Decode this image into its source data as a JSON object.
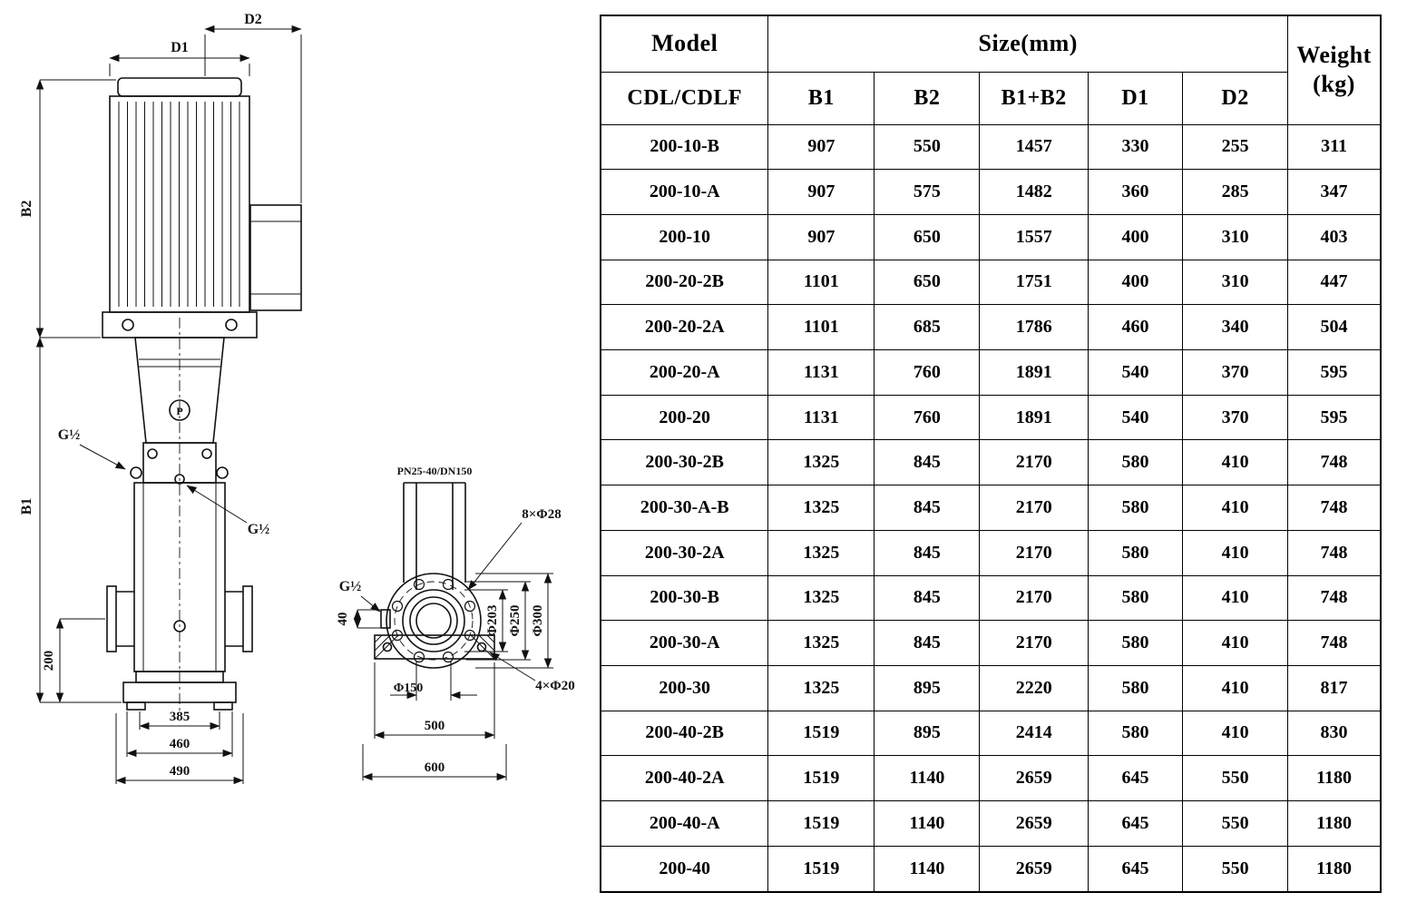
{
  "diagram": {
    "front": {
      "d2": "D2",
      "d1": "D1",
      "b2": "B2",
      "b1": "B1",
      "g1": "G½",
      "g2": "G½",
      "logo": "P",
      "dim200": "200",
      "dim385": "385",
      "dim460": "460",
      "dim490": "490"
    },
    "plan": {
      "pn": "PN25-40/DN150",
      "bolts8": "8×Φ28",
      "g": "G½",
      "dim40": "40",
      "phi203": "Φ203",
      "phi250": "Φ250",
      "phi300": "Φ300",
      "phi150": "Φ150",
      "bolts4": "4×Φ20",
      "dim500": "500",
      "dim600": "600"
    }
  },
  "table": {
    "header": {
      "model": "Model",
      "size": "Size(mm)",
      "model_sub": "CDL/CDLF",
      "b1": "B1",
      "b2": "B2",
      "b1b2": "B1+B2",
      "d1": "D1",
      "d2": "D2",
      "weight_line1": "Weight",
      "weight_line2": "(kg)"
    },
    "rows": [
      {
        "model": "200-10-B",
        "b1": "907",
        "b2": "550",
        "b1b2": "1457",
        "d1": "330",
        "d2": "255",
        "weight": "311"
      },
      {
        "model": "200-10-A",
        "b1": "907",
        "b2": "575",
        "b1b2": "1482",
        "d1": "360",
        "d2": "285",
        "weight": "347"
      },
      {
        "model": "200-10",
        "b1": "907",
        "b2": "650",
        "b1b2": "1557",
        "d1": "400",
        "d2": "310",
        "weight": "403"
      },
      {
        "model": "200-20-2B",
        "b1": "1101",
        "b2": "650",
        "b1b2": "1751",
        "d1": "400",
        "d2": "310",
        "weight": "447"
      },
      {
        "model": "200-20-2A",
        "b1": "1101",
        "b2": "685",
        "b1b2": "1786",
        "d1": "460",
        "d2": "340",
        "weight": "504"
      },
      {
        "model": "200-20-A",
        "b1": "1131",
        "b2": "760",
        "b1b2": "1891",
        "d1": "540",
        "d2": "370",
        "weight": "595"
      },
      {
        "model": "200-20",
        "b1": "1131",
        "b2": "760",
        "b1b2": "1891",
        "d1": "540",
        "d2": "370",
        "weight": "595"
      },
      {
        "model": "200-30-2B",
        "b1": "1325",
        "b2": "845",
        "b1b2": "2170",
        "d1": "580",
        "d2": "410",
        "weight": "748"
      },
      {
        "model": "200-30-A-B",
        "b1": "1325",
        "b2": "845",
        "b1b2": "2170",
        "d1": "580",
        "d2": "410",
        "weight": "748"
      },
      {
        "model": "200-30-2A",
        "b1": "1325",
        "b2": "845",
        "b1b2": "2170",
        "d1": "580",
        "d2": "410",
        "weight": "748"
      },
      {
        "model": "200-30-B",
        "b1": "1325",
        "b2": "845",
        "b1b2": "2170",
        "d1": "580",
        "d2": "410",
        "weight": "748"
      },
      {
        "model": "200-30-A",
        "b1": "1325",
        "b2": "845",
        "b1b2": "2170",
        "d1": "580",
        "d2": "410",
        "weight": "748"
      },
      {
        "model": "200-30",
        "b1": "1325",
        "b2": "895",
        "b1b2": "2220",
        "d1": "580",
        "d2": "410",
        "weight": "817"
      },
      {
        "model": "200-40-2B",
        "b1": "1519",
        "b2": "895",
        "b1b2": "2414",
        "d1": "580",
        "d2": "410",
        "weight": "830"
      },
      {
        "model": "200-40-2A",
        "b1": "1519",
        "b2": "1140",
        "b1b2": "2659",
        "d1": "645",
        "d2": "550",
        "weight": "1180"
      },
      {
        "model": "200-40-A",
        "b1": "1519",
        "b2": "1140",
        "b1b2": "2659",
        "d1": "645",
        "d2": "550",
        "weight": "1180"
      },
      {
        "model": "200-40",
        "b1": "1519",
        "b2": "1140",
        "b1b2": "2659",
        "d1": "645",
        "d2": "550",
        "weight": "1180"
      }
    ]
  }
}
